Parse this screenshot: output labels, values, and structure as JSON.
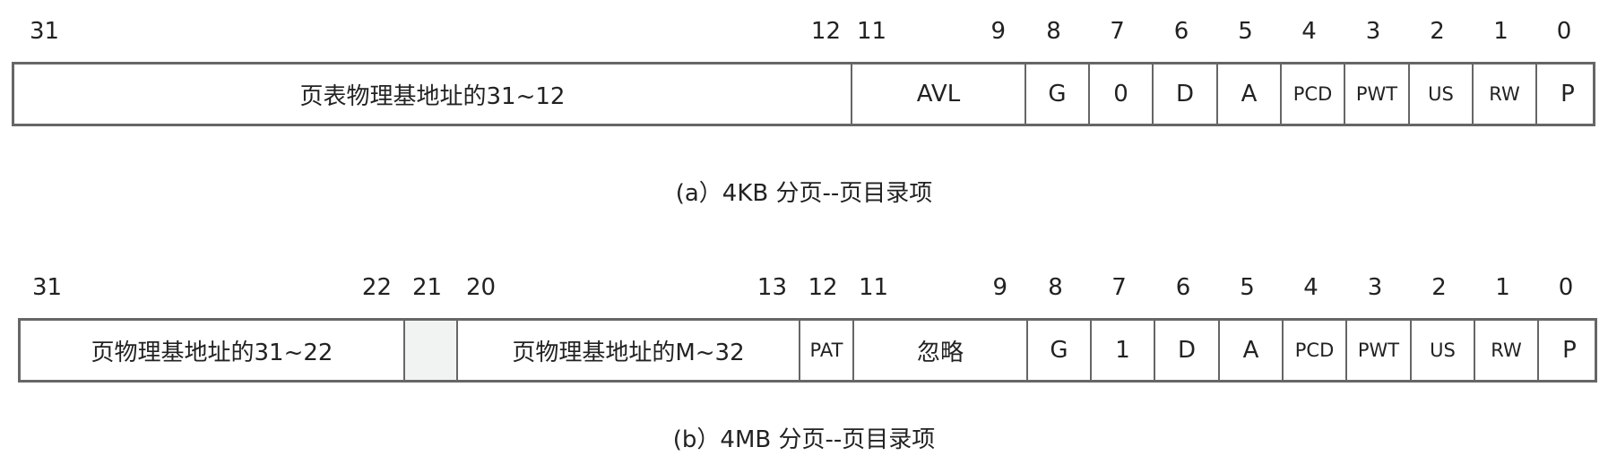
{
  "diagram_a": {
    "bit_labels": [
      {
        "text": "31",
        "pos": "left"
      },
      {
        "text": "12",
        "pos": "right"
      },
      {
        "text": "11",
        "pos": "left"
      },
      {
        "text": "9",
        "pos": "right"
      },
      {
        "text": "8",
        "pos": "center"
      },
      {
        "text": "7",
        "pos": "center"
      },
      {
        "text": "6",
        "pos": "center"
      },
      {
        "text": "5",
        "pos": "center"
      },
      {
        "text": "4",
        "pos": "center"
      },
      {
        "text": "3",
        "pos": "center"
      },
      {
        "text": "2",
        "pos": "center"
      },
      {
        "text": "1",
        "pos": "center"
      },
      {
        "text": "0",
        "pos": "center"
      }
    ],
    "fields": [
      {
        "name": "page-table-base-field",
        "label": "页表物理基地址的31~12",
        "bits": [
          31,
          12
        ]
      },
      {
        "name": "avl-field",
        "label": "AVL",
        "bits": [
          11,
          9
        ]
      },
      {
        "name": "g-field",
        "label": "G",
        "bits": [
          8,
          8
        ]
      },
      {
        "name": "bit7-field",
        "label": "0",
        "bits": [
          7,
          7
        ]
      },
      {
        "name": "d-field",
        "label": "D",
        "bits": [
          6,
          6
        ]
      },
      {
        "name": "a-field",
        "label": "A",
        "bits": [
          5,
          5
        ]
      },
      {
        "name": "pcd-field",
        "label": "PCD",
        "bits": [
          4,
          4
        ],
        "small": true
      },
      {
        "name": "pwt-field",
        "label": "PWT",
        "bits": [
          3,
          3
        ],
        "small": true
      },
      {
        "name": "us-field",
        "label": "US",
        "bits": [
          2,
          2
        ],
        "small": true
      },
      {
        "name": "rw-field",
        "label": "RW",
        "bits": [
          1,
          1
        ],
        "small": true
      },
      {
        "name": "p-field",
        "label": "P",
        "bits": [
          0,
          0
        ]
      }
    ],
    "caption": "(a）4KB 分页--页目录项"
  },
  "diagram_b": {
    "bit_labels": [
      {
        "text": "31",
        "pos": "left"
      },
      {
        "text": "22",
        "pos": "right"
      },
      {
        "text": "21",
        "pos": "center"
      },
      {
        "text": "20",
        "pos": "left"
      },
      {
        "text": "13",
        "pos": "right"
      },
      {
        "text": "12",
        "pos": "center"
      },
      {
        "text": "11",
        "pos": "left"
      },
      {
        "text": "9",
        "pos": "right"
      },
      {
        "text": "8",
        "pos": "center"
      },
      {
        "text": "7",
        "pos": "center"
      },
      {
        "text": "6",
        "pos": "center"
      },
      {
        "text": "5",
        "pos": "center"
      },
      {
        "text": "4",
        "pos": "center"
      },
      {
        "text": "3",
        "pos": "center"
      },
      {
        "text": "2",
        "pos": "center"
      },
      {
        "text": "1",
        "pos": "center"
      },
      {
        "text": "0",
        "pos": "center"
      }
    ],
    "fields": [
      {
        "name": "page-base-high-field",
        "label": "页物理基地址的31~22",
        "bits": [
          31,
          22
        ]
      },
      {
        "name": "reserved-bit21-field",
        "label": "",
        "bits": [
          21,
          21
        ],
        "shaded": true
      },
      {
        "name": "page-base-ext-field",
        "label": "页物理基地址的M~32",
        "bits": [
          20,
          13
        ]
      },
      {
        "name": "pat-field",
        "label": "PAT",
        "bits": [
          12,
          12
        ],
        "small": true
      },
      {
        "name": "ignored-field",
        "label": "忽略",
        "bits": [
          11,
          9
        ]
      },
      {
        "name": "g-field",
        "label": "G",
        "bits": [
          8,
          8
        ]
      },
      {
        "name": "bit7-field",
        "label": "1",
        "bits": [
          7,
          7
        ]
      },
      {
        "name": "d-field",
        "label": "D",
        "bits": [
          6,
          6
        ]
      },
      {
        "name": "a-field",
        "label": "A",
        "bits": [
          5,
          5
        ]
      },
      {
        "name": "pcd-field",
        "label": "PCD",
        "bits": [
          4,
          4
        ],
        "small": true
      },
      {
        "name": "pwt-field",
        "label": "PWT",
        "bits": [
          3,
          3
        ],
        "small": true
      },
      {
        "name": "us-field",
        "label": "US",
        "bits": [
          2,
          2
        ],
        "small": true
      },
      {
        "name": "rw-field",
        "label": "RW",
        "bits": [
          1,
          1
        ],
        "small": true
      },
      {
        "name": "p-field",
        "label": "P",
        "bits": [
          0,
          0
        ]
      }
    ],
    "caption": "(b）4MB 分页--页目录项"
  }
}
